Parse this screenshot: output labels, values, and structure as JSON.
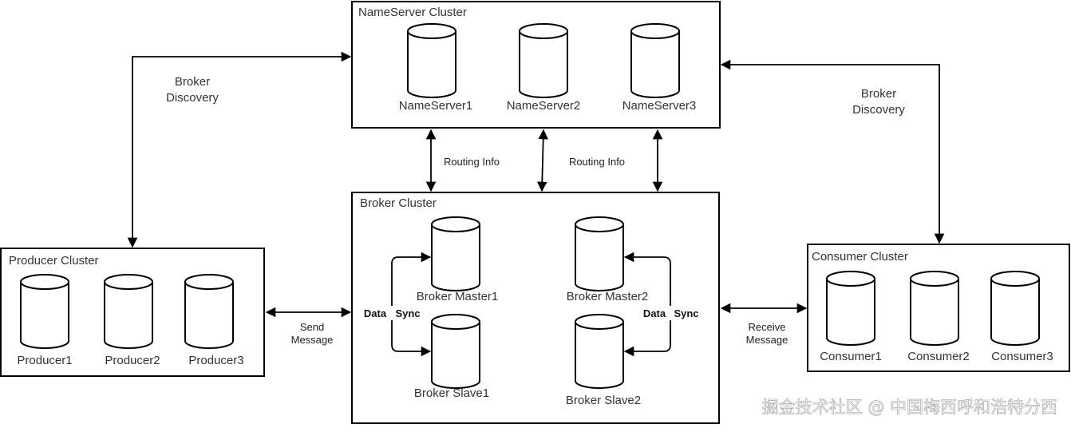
{
  "nameserver": {
    "title": "NameServer Cluster",
    "nodes": [
      "NameServer1",
      "NameServer2",
      "NameServer3"
    ]
  },
  "broker": {
    "title": "Broker Cluster",
    "master1": "Broker Master1",
    "master2": "Broker Master2",
    "slave1": "Broker Slave1",
    "slave2": "Broker Slave2",
    "sync_left": [
      "Data",
      "Sync"
    ],
    "sync_right": [
      "Data",
      "Sync"
    ]
  },
  "producer": {
    "title": "Producer Cluster",
    "nodes": [
      "Producer1",
      "Producer2",
      "Producer3"
    ]
  },
  "consumer": {
    "title": "Consumer Cluster",
    "nodes": [
      "Consumer1",
      "Consumer2",
      "Consumer3"
    ]
  },
  "edges": {
    "broker_discovery_left": [
      "Broker",
      "Discovery"
    ],
    "broker_discovery_right": [
      "Broker",
      "Discovery"
    ],
    "routing_info_1": "Routing Info",
    "routing_info_2": "Routing Info",
    "send_message": [
      "Send",
      "Message"
    ],
    "receive_message": [
      "Receive",
      "Message"
    ]
  },
  "watermark": "掘金技术社区 @ 中国梅西呼和浩特分西"
}
